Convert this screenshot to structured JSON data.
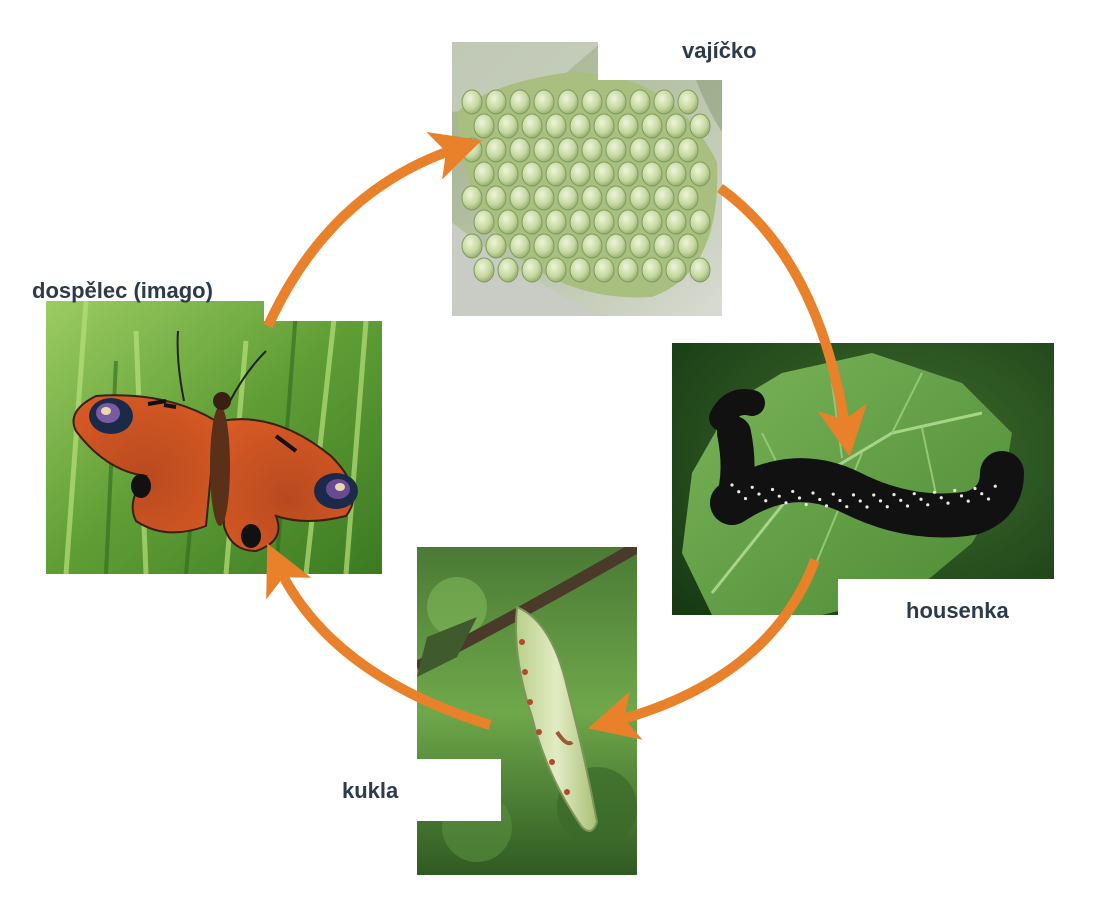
{
  "stages": {
    "egg": {
      "label": "vajíčko"
    },
    "caterpillar": {
      "label": "housenka"
    },
    "pupa": {
      "label": "kukla"
    },
    "adult": {
      "label": "dospělec (imago)"
    }
  },
  "colors": {
    "arrow": "#e9812a",
    "label": "#2c3a4a"
  }
}
